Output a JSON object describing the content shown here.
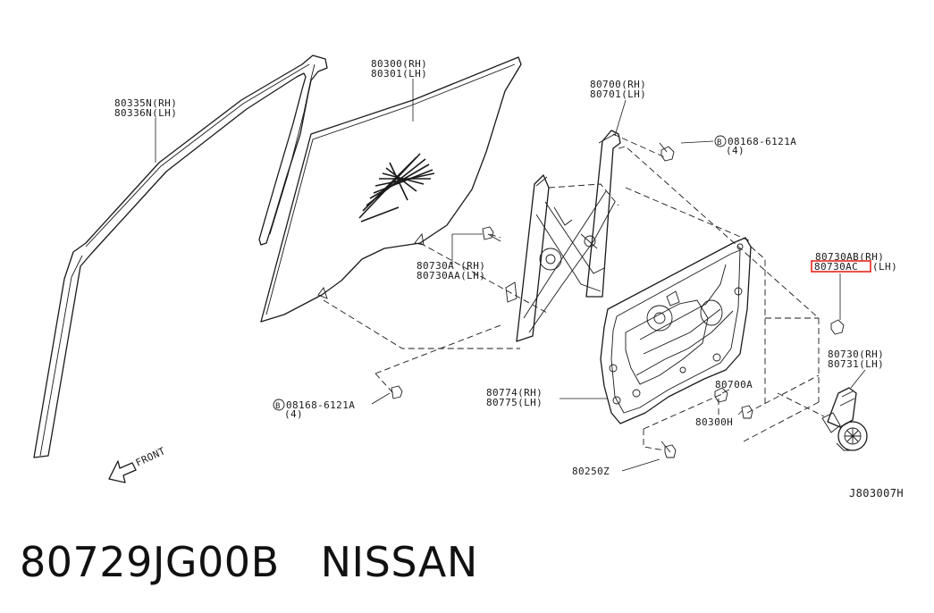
{
  "labels": {
    "glass_run": [
      "80335N(RH)",
      "80336N(LH)"
    ],
    "door_glass": [
      "80300(RH)",
      "80301(LH)"
    ],
    "regulator": [
      "80700(RH)",
      "80701(LH)"
    ],
    "bolt_top": [
      "08168-6121A",
      "(4)"
    ],
    "bolt_top_marker": "B",
    "bolt_mid": [
      "80730A (RH)",
      "80730AA(LH)"
    ],
    "bolt_right_rh": "80730AB(RH)",
    "bolt_right_lh_code": "80730AC",
    "bolt_right_lh_side": "(LH)",
    "motor": [
      "80730(RH)",
      "80731(LH)"
    ],
    "bolt_bottom": [
      "08168-6121A",
      "(4)"
    ],
    "bolt_bottom_marker": "B",
    "carrier": [
      "80774(RH)",
      "80775(LH)"
    ],
    "nut": "80700A",
    "clip": "80300H",
    "screw": "80250Z",
    "front": "FRONT",
    "diagram_code": "J803007H"
  },
  "footer": {
    "part_number": "80729JG00B",
    "brand": "NISSAN"
  },
  "colors": {
    "line": "#1a1a1a",
    "highlight": "#e8261c",
    "background": "#ffffff"
  }
}
